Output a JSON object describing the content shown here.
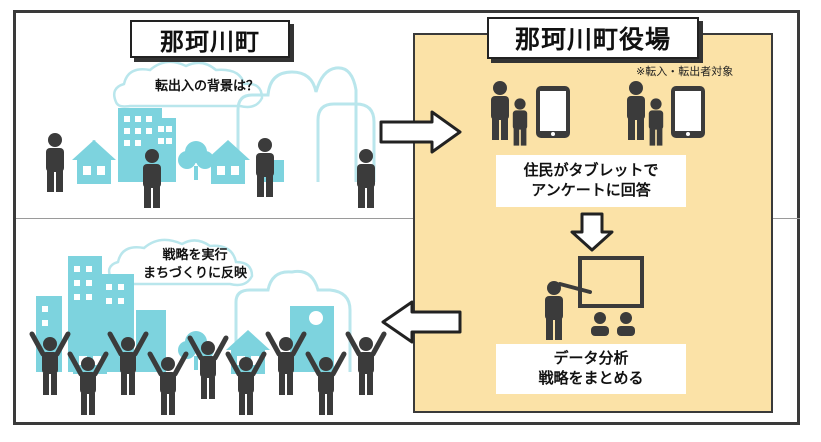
{
  "town": {
    "title": "那珂川町",
    "question": "転出入の背景は？",
    "strategy_line1": "戦略を実行",
    "strategy_line2": "まちづくりに反映"
  },
  "office": {
    "title": "那珂川町役場",
    "note": "※転入・転出者対象",
    "survey_line1": "住民がタブレットで",
    "survey_line2": "アンケートに回答",
    "analysis_line1": "データ分析",
    "analysis_line2": "戦略をまとめる"
  },
  "colors": {
    "city": "#7dd3de",
    "person": "#3b3b3b",
    "panel": "#fbe2a7"
  }
}
